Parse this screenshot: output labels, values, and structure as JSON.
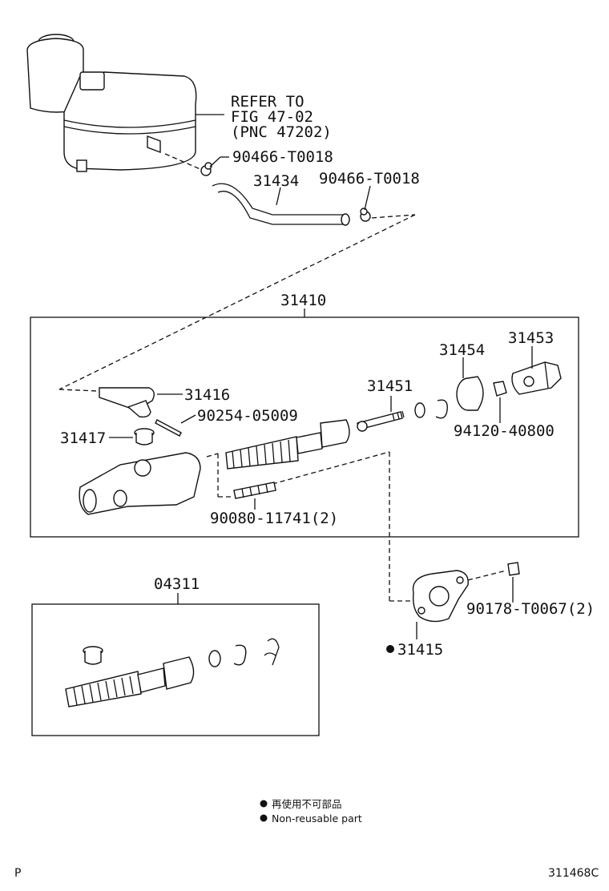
{
  "reference_note": {
    "line1": "REFER TO",
    "line2": "FIG 47-02",
    "line3": "(PNC 47202)"
  },
  "parts": {
    "clamp_upper": "90466-T0018",
    "hose": "31434",
    "clamp_lower": "90466-T0018",
    "master_cylinder_assy": "31410",
    "rod_31453": "31453",
    "boot_31454": "31454",
    "push_rod_31451": "31451",
    "inlet_31416": "31416",
    "pin_90254": "90254-05009",
    "grommet_31417": "31417",
    "nut_94120": "94120-40800",
    "stud_90080": "90080-11741(2)",
    "kit_04311": "04311",
    "nut_90178": "90178-T0067(2)",
    "gasket_31415": "31415"
  },
  "legend": {
    "jp": "再使用不可部品",
    "en": "Non-reusable part"
  },
  "footer": {
    "left": "P",
    "right": "311468C"
  }
}
